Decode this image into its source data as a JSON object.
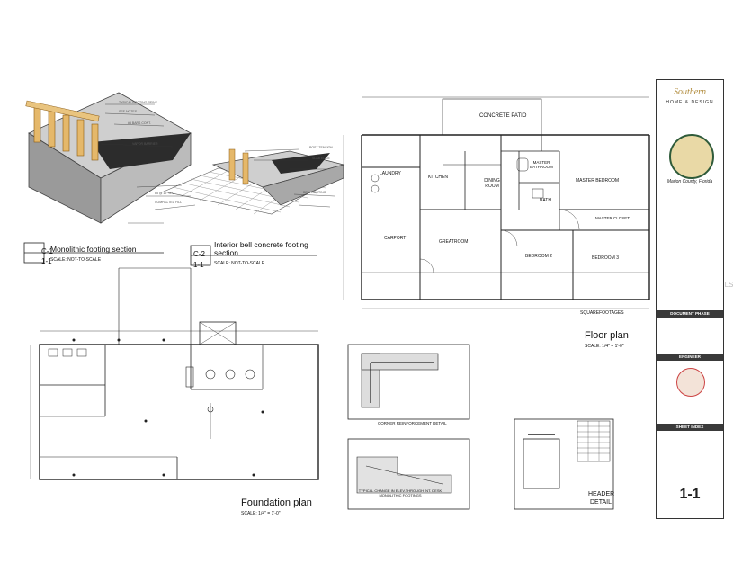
{
  "watermark": "Stellar MLS",
  "foundation_plan": {
    "title": "Foundation plan",
    "scale": "SCALE: 1/4\" = 1'-0\""
  },
  "floor_plan": {
    "title": "Floor plan",
    "scale": "SCALE: 1/4\" = 1'-0\"",
    "rooms": {
      "patio": "CONCRETE PATIO",
      "laundry": "LAUNDRY",
      "kitchen": "KITCHEN",
      "dining": "DINING ROOM",
      "master_bath": "MASTER BATHROOM",
      "master_bed": "MASTER BEDROOM",
      "bath": "BATH",
      "master_closet": "MASTER CLOSET",
      "carport": "CARPORT",
      "greatroom": "GREATROOM",
      "bed2": "BEDROOM 2",
      "bed3": "BEDROOM 3"
    },
    "sqft": "SQUAREFOOTAGES"
  },
  "footing_sections": {
    "c1_num": "C-1",
    "c1_sheet": "1-1",
    "c1_title": "Monolithic footing section",
    "c1_scale": "SCALE: NOT-TO-SCALE",
    "c2_num": "C-2",
    "c2_sheet": "1-1",
    "c2_title": "Interior bell concrete footing section",
    "c2_scale": "SCALE: NOT-TO-SCALE"
  },
  "details": {
    "corner": "CORNER REINFORCEMENT DETAIL",
    "footing": "TYPICAL CHANGE IN ELEV.THROUGH INT. DESK MONOLITHIC FOOTINGS",
    "header_title": "HEADER",
    "header_sub": "DETAIL"
  },
  "title_block": {
    "brand_line1": "Southern",
    "brand_line2": "HOME & DESIGN",
    "county": "Marion County, Florida",
    "document_phase": "DOCUMENT PHASE",
    "engineer": "ENGINEER",
    "sheet_index": "SHEET INDEX",
    "sheet_number": "1-1"
  }
}
